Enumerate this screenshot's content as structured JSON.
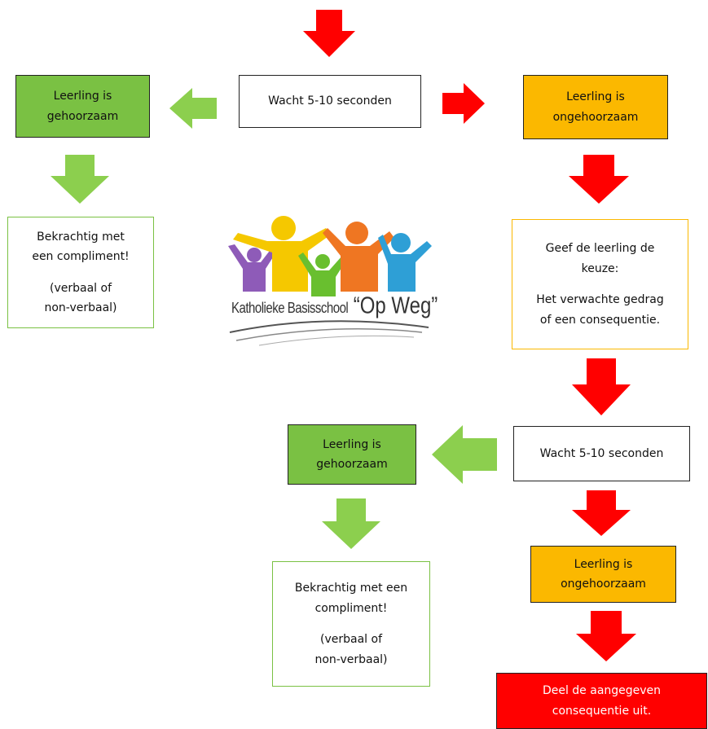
{
  "colors": {
    "obedient": "#7ac143",
    "disobedient": "#fbb800",
    "consequence": "#ff0000",
    "arrow_red": "#ff0000",
    "arrow_green": "#8ccf4e"
  },
  "flow": {
    "wait_1": "Wacht 5-10 seconden",
    "obedient_1": [
      "Leerling is",
      "gehoorzaam"
    ],
    "disobedient_1": [
      "Leerling is",
      "ongehoorzaam"
    ],
    "praise_1": {
      "main": [
        "Bekrachtig met",
        "een compliment!"
      ],
      "note": [
        "(verbaal of",
        "non-verbaal)"
      ]
    },
    "choice": {
      "intro": [
        "Geef de leerling de",
        "keuze:"
      ],
      "options": [
        "Het verwachte gedrag",
        "of een consequentie."
      ]
    },
    "wait_2": "Wacht 5-10 seconden",
    "obedient_2": [
      "Leerling is",
      "gehoorzaam"
    ],
    "disobedient_2": [
      "Leerling is",
      "ongehoorzaam"
    ],
    "praise_2": {
      "main": [
        "Bekrachtig met een",
        "compliment!"
      ],
      "note": [
        "(verbaal of",
        "non-verbaal)"
      ]
    },
    "consequence": [
      "Deel de aangegeven",
      "consequentie uit."
    ]
  },
  "logo": {
    "school_prefix": "Katholieke Basisschool",
    "school_name": "“Op Weg”",
    "figure_colors": [
      "#8e5bb8",
      "#f5c800",
      "#69bf2f",
      "#ef7622",
      "#2e9fd6"
    ]
  }
}
